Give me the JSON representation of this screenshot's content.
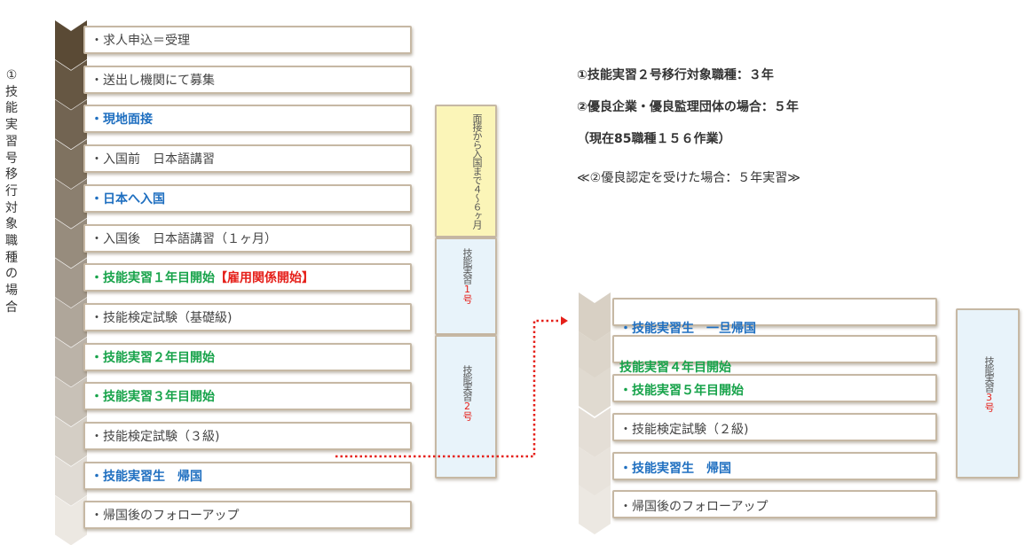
{
  "left_label": "①技能実習号移行対象職種の場合",
  "steps_left": [
    {
      "bullet": "・",
      "text": "求人申込＝受理",
      "style": "dark",
      "bold": false
    },
    {
      "bullet": "・",
      "text": "送出し機関にて募集",
      "style": "dark",
      "bold": false
    },
    {
      "bullet": "・",
      "text": "現地面接",
      "style": "blue",
      "bold": true
    },
    {
      "bullet": "・",
      "text": "入国前　日本語講習",
      "style": "dark",
      "bold": false
    },
    {
      "bullet": "・",
      "text": "日本へ入国",
      "style": "blue",
      "bold": true
    },
    {
      "bullet": "・",
      "text": "入国後　日本語講習（１ヶ月）",
      "style": "dark",
      "bold": false
    },
    {
      "bullet": "・",
      "text": "技能実習１年目開始",
      "style": "green",
      "bold": true,
      "suffix": "【雇用関係開始】"
    },
    {
      "bullet": "・",
      "text": "技能検定試験（基礎級)",
      "style": "dark",
      "bold": false
    },
    {
      "bullet": "・",
      "text": "技能実習２年目開始",
      "style": "green",
      "bold": true
    },
    {
      "bullet": "・",
      "text": "技能実習３年目開始",
      "style": "green",
      "bold": true
    },
    {
      "bullet": "・",
      "text": "技能検定試験（３級)",
      "style": "dark",
      "bold": false
    },
    {
      "bullet": "・",
      "text": "技能実習生　帰国",
      "style": "blue",
      "bold": true
    },
    {
      "bullet": "・",
      "text": "帰国後のフォローアップ",
      "style": "dark",
      "bold": false
    }
  ],
  "steps_right": [
    {
      "bullet": "・",
      "text": "技能実習生　一旦帰国",
      "style": "blue",
      "bold": true
    },
    {
      "bullet": "",
      "text": "技能実習４年目開始",
      "style": "green",
      "bold": true
    },
    {
      "bullet": "・",
      "text": "技能実習５年目開始",
      "style": "green",
      "bold": true
    },
    {
      "bullet": "・",
      "text": "技能検定試験（２級)",
      "style": "dark",
      "bold": false
    },
    {
      "bullet": "・",
      "text": "技能実習生　帰国",
      "style": "blue",
      "bold": true
    },
    {
      "bullet": "・",
      "text": "帰国後のフォローアップ",
      "style": "dark",
      "bold": false
    }
  ],
  "side_boxes": {
    "interview": "面接から入国まで４～６ヶ月",
    "gino1_text": "技能実習",
    "gino1_num": "1号",
    "gino2_text": "技能実習",
    "gino2_num": "2号",
    "gino3_text": "技能実習",
    "gino3_num": "3号"
  },
  "notes": {
    "line1": "①技能実習２号移行対象職種：３年",
    "line2": "②優良企業・優良監理団体の場合：５年",
    "line3": "（現在85職種１５６作業）",
    "line4": "≪②優良認定を受けた場合：５年実習≫"
  },
  "colors": {
    "blue": "#1f6fc0",
    "green": "#17a34a",
    "red": "#e5201a",
    "frame": "#c6b8a4",
    "yellow_box": "#fbf5b8",
    "blue_box": "#e8f3fa",
    "chevron_dark": "#5a4a35",
    "chevron_light": "#ece8e2"
  }
}
